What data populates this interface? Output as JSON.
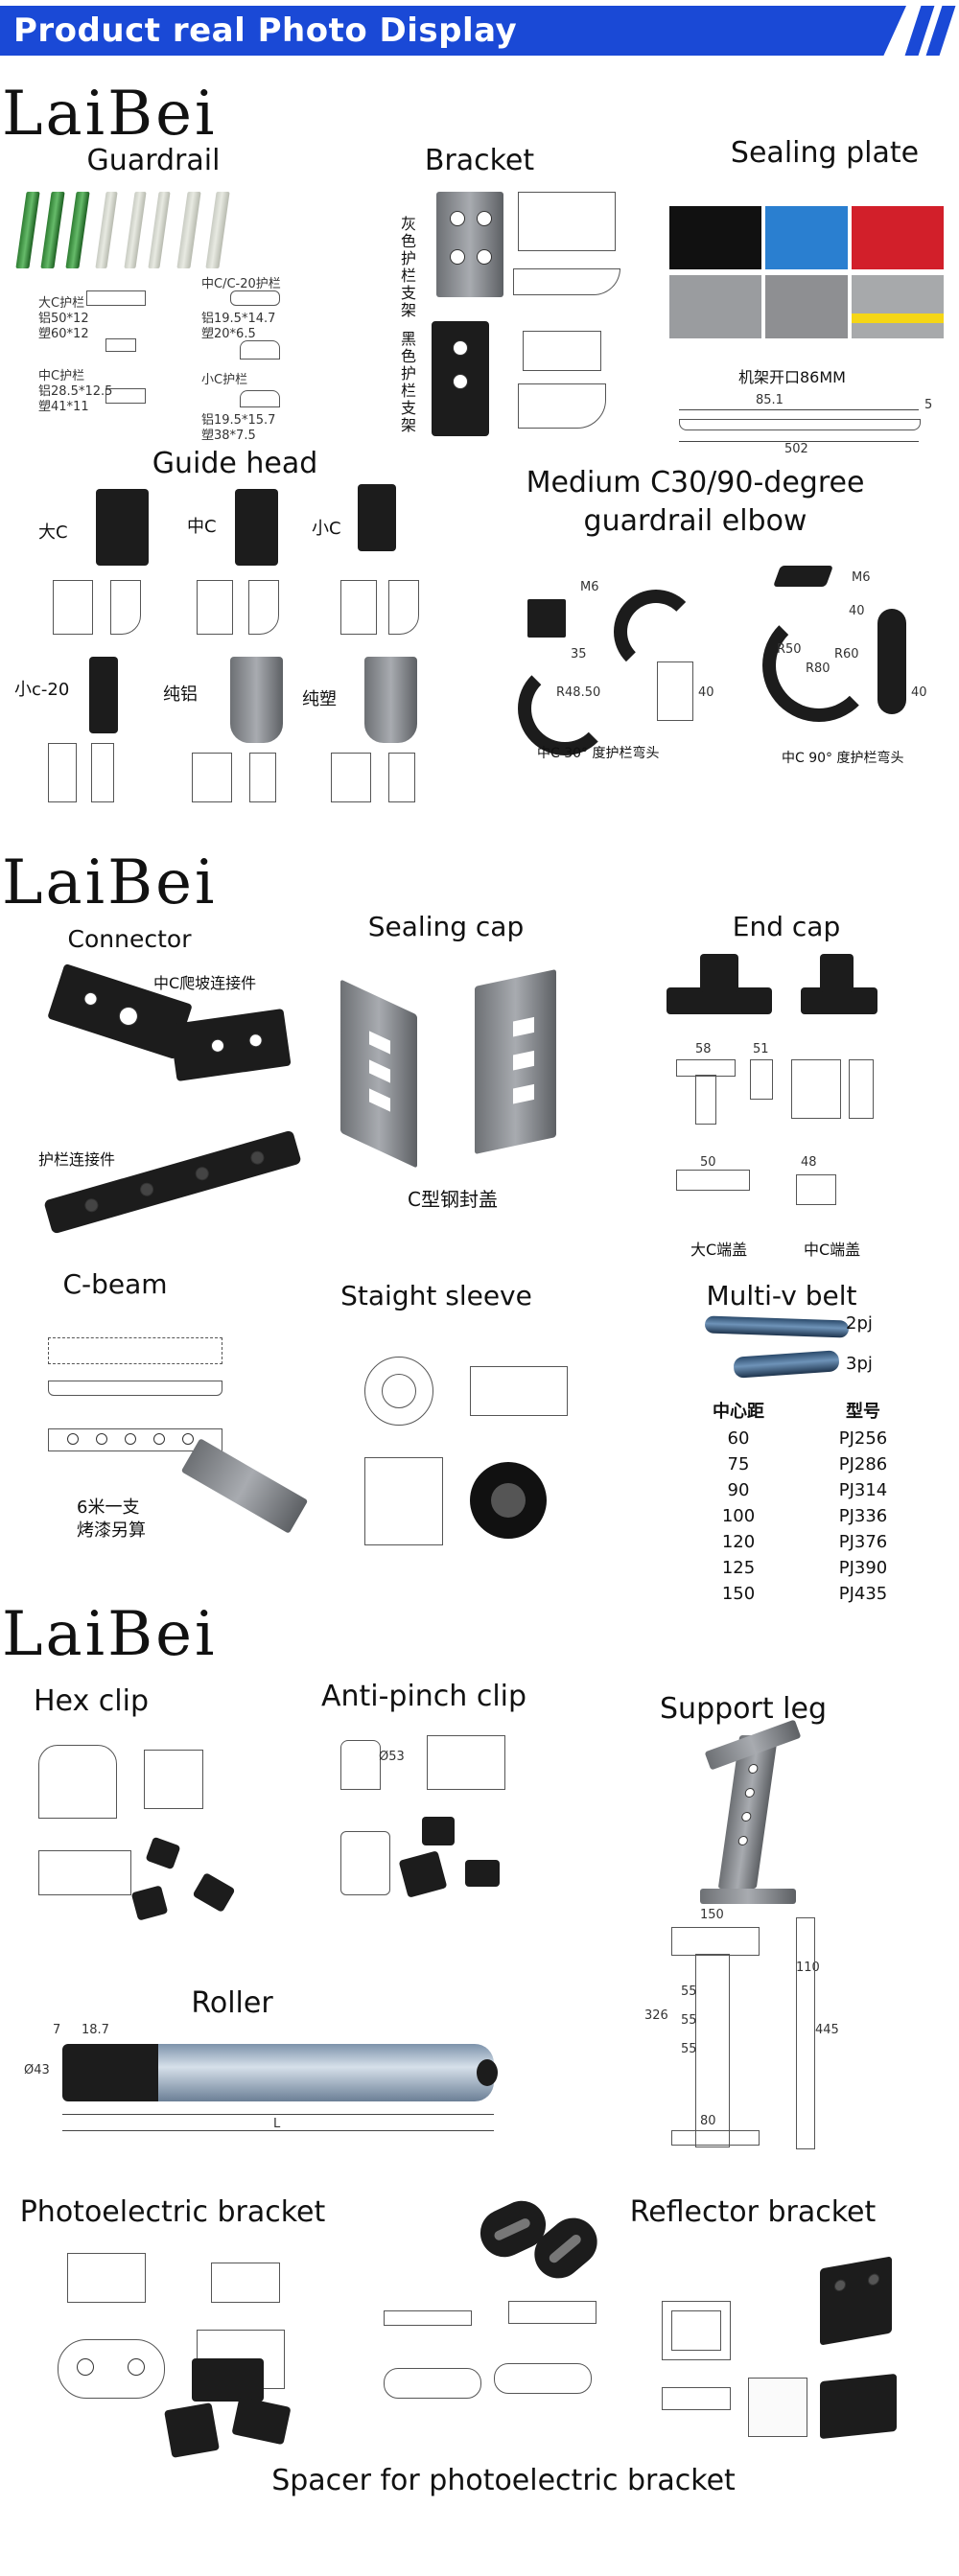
{
  "banner": {
    "title": "Product real Photo Display"
  },
  "brand": "LaiBei",
  "section1": {
    "guardrail": {
      "label": "Guardrail",
      "specs": [
        "大C护栏",
        "铝50*12",
        "塑60*12",
        "中C/C-20护栏",
        "铝19.5*14.7",
        "塑20*6.5",
        "中C护栏",
        "铝28.5*12.5",
        "塑41*11",
        "小C护栏",
        "铝19.5*15.7",
        "塑38*7.5"
      ]
    },
    "bracket": {
      "label": "Bracket",
      "grey": "灰色护栏支架",
      "black": "黑色护栏支架"
    },
    "sealing_plate": {
      "label": "Sealing plate",
      "note": "机架开口86MM",
      "dim_top": "85.1",
      "dim_bottom": "502",
      "dim_side": "5"
    },
    "guide_head": {
      "label": "Guide head",
      "items": [
        "大C",
        "中C",
        "小C",
        "小c-20",
        "纯铝",
        "纯塑"
      ]
    },
    "elbow": {
      "label_line1": "Medium C30/90-degree",
      "label_line2": "guardrail elbow",
      "caption_30": "中C 30° 度护栏弯头",
      "caption_90": "中C 90° 度护栏弯头",
      "dims": [
        "M6",
        "35",
        "R48.50",
        "40",
        "M6",
        "40",
        "R50",
        "R80",
        "R60",
        "40"
      ]
    }
  },
  "section2": {
    "connector": {
      "label": "Connector",
      "slope": "中C爬坡连接件",
      "rail": "护栏连接件"
    },
    "sealing_cap": {
      "label": "Sealing cap",
      "caption": "C型钢封盖"
    },
    "end_cap": {
      "label": "End cap",
      "big": "大C端盖",
      "mid": "中C端盖",
      "dims": [
        "58",
        "51",
        "50",
        "48"
      ]
    },
    "c_beam": {
      "label": "C-beam",
      "note_line1": "6米一支",
      "note_line2": "烤漆另算"
    },
    "sleeve": {
      "label": "Staight sleeve"
    },
    "belt": {
      "label": "Multi-v belt",
      "types": [
        "2pj",
        "3pj"
      ],
      "table": {
        "headers": [
          "中心距",
          "型号"
        ],
        "rows": [
          [
            "60",
            "PJ256"
          ],
          [
            "75",
            "PJ286"
          ],
          [
            "90",
            "PJ314"
          ],
          [
            "100",
            "PJ336"
          ],
          [
            "120",
            "PJ376"
          ],
          [
            "125",
            "PJ390"
          ],
          [
            "150",
            "PJ435"
          ]
        ]
      }
    }
  },
  "section3": {
    "hex_clip": {
      "label": "Hex clip"
    },
    "anti_pinch": {
      "label": "Anti-pinch clip",
      "dim": "Ø53"
    },
    "support_leg": {
      "label": "Support leg",
      "dims": [
        "150",
        "110",
        "326",
        "445",
        "55",
        "55",
        "55",
        "80"
      ]
    },
    "roller": {
      "label": "Roller",
      "dims": [
        "7",
        "18.7",
        "Ø43",
        "L"
      ]
    },
    "photo_bracket": {
      "label": "Photoelectric bracket"
    },
    "reflector_bracket": {
      "label": "Reflector bracket"
    },
    "spacer": {
      "label": "Spacer for photoelectric bracket"
    }
  }
}
